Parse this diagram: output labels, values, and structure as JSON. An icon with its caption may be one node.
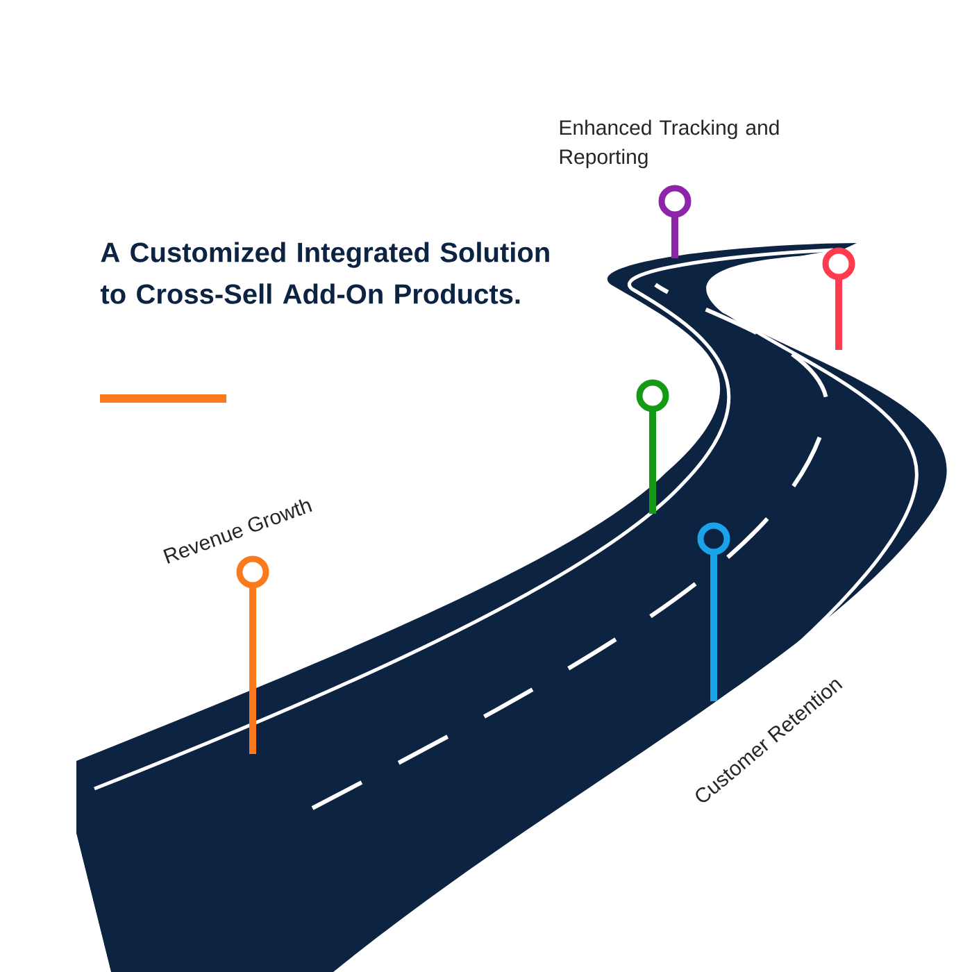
{
  "diagram": {
    "title": "A Customized Integrated Solution to Cross-Sell Add-On Products.",
    "labels": [
      "Enhanced Tracking and Reporting",
      "Revenue Growth",
      "Customer Retention"
    ]
  }
}
